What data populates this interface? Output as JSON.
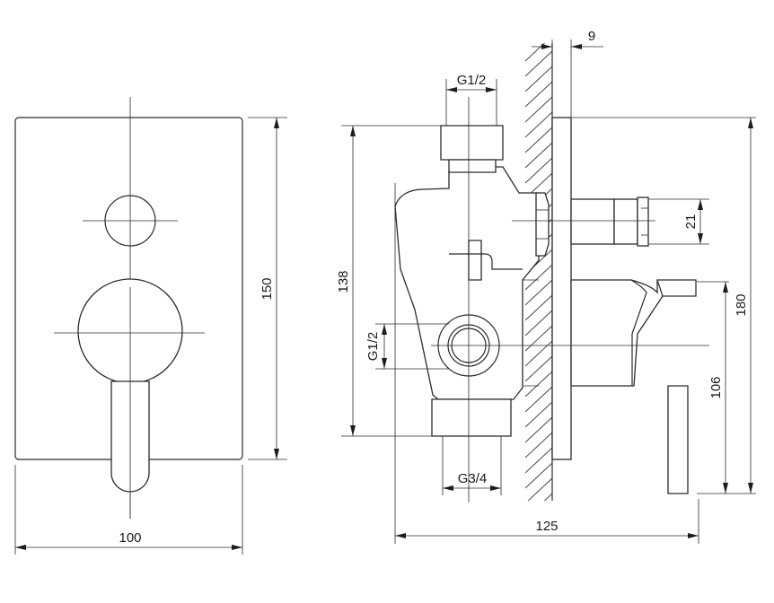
{
  "dimensions": {
    "front_width": "100",
    "front_height": "150",
    "side_wall_gap": "9",
    "inlet_top": "G1/2",
    "body_height": "138",
    "outlet_side": "G1/2",
    "outlet_bottom": "G3/4",
    "total_depth": "125",
    "plate_height": "180",
    "diverter_dia": "21",
    "lever_height": "106"
  }
}
